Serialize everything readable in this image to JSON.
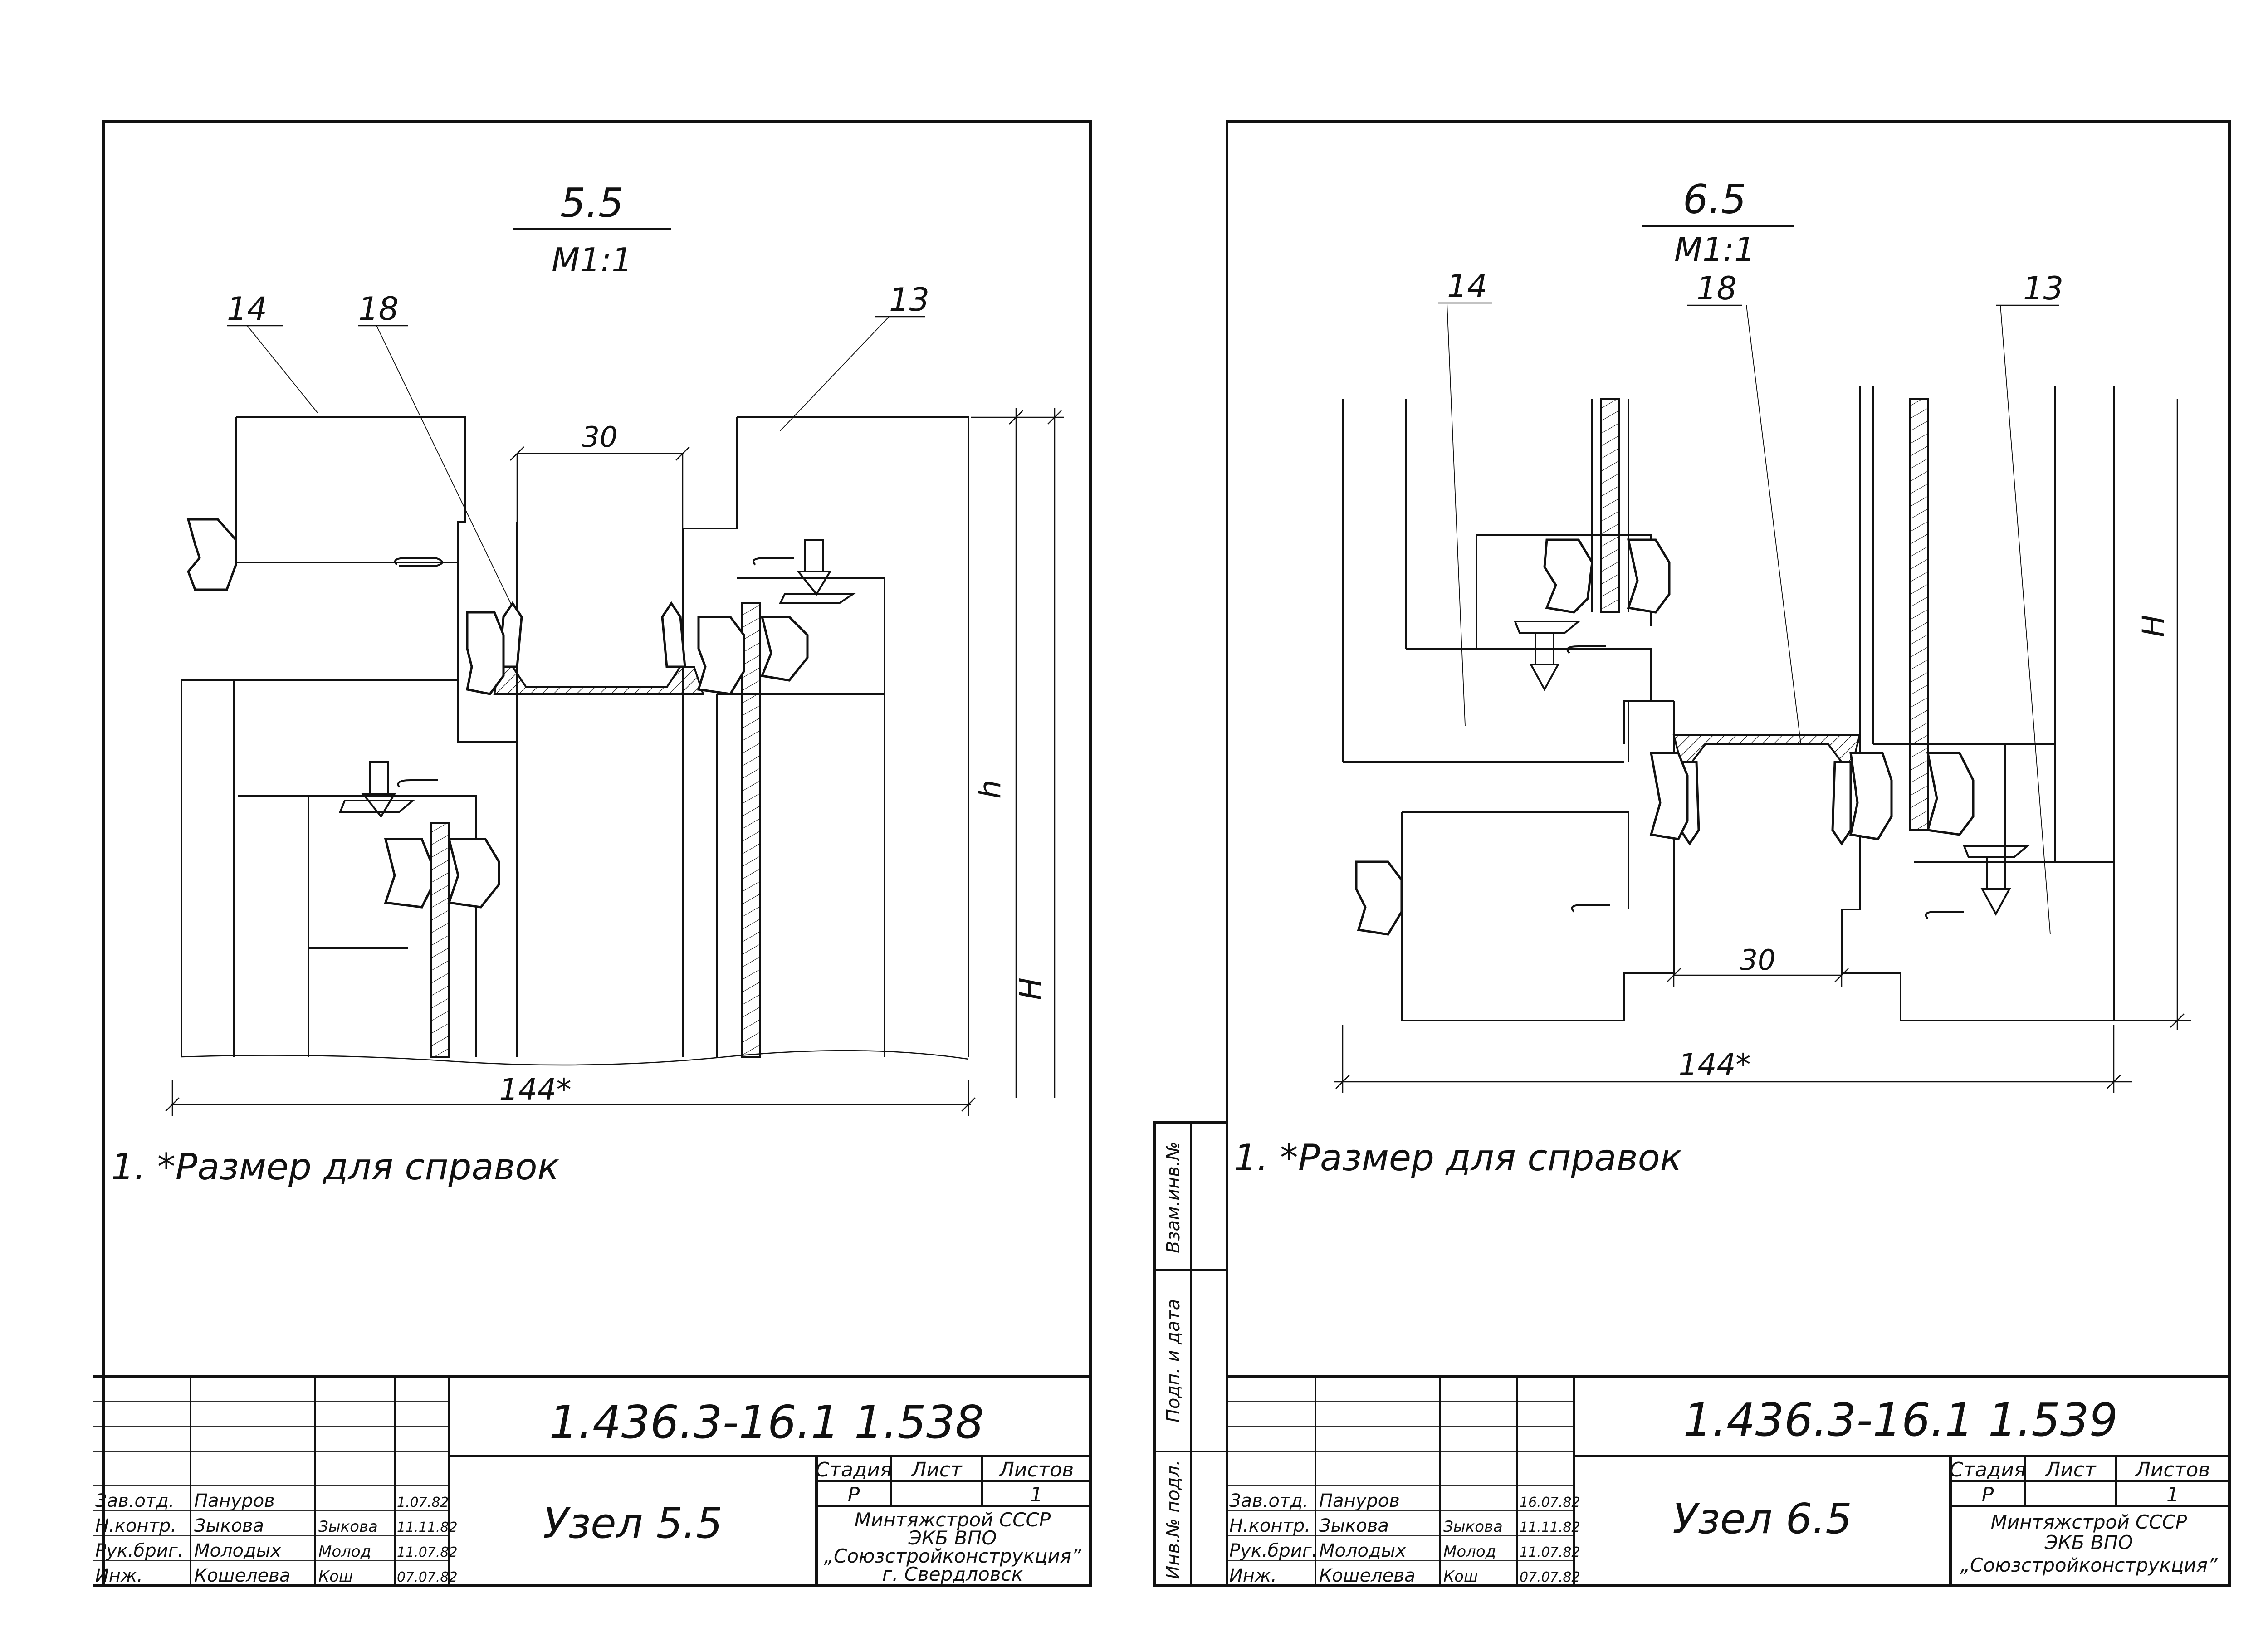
{
  "colors": {
    "ink": "#111111",
    "paper": "#ffffff"
  },
  "sheets": [
    {
      "node_title": "5.5",
      "scale": "М1:1",
      "callouts": {
        "left": "14",
        "middle": "18",
        "right": "13"
      },
      "gap_dimension": "30",
      "overall_dimension": "144*",
      "height_small": "h",
      "height_large": "H",
      "note": "1. *Размер для справок",
      "drawing_code": "1.436.3-16.1 1.538",
      "title": "Узел 5.5",
      "stamp_rows": [
        {
          "role": "Зав.отд.",
          "name": "Пануров",
          "signature": "",
          "date": "1.07.82"
        },
        {
          "role": "Н.контр.",
          "name": "Зыкова",
          "signature": "Зыкова",
          "date": "11.11.82"
        },
        {
          "role": "Рук.бриг.",
          "name": "Молодых",
          "signature": "Молод",
          "date": "11.07.82"
        },
        {
          "role": "Инж.",
          "name": "Кошелева",
          "signature": "Кош",
          "date": "07.07.82"
        }
      ],
      "stage_header": "Стадия",
      "sheet_header": "Лист",
      "sheets_header": "Листов",
      "stage": "Р",
      "sheet": "",
      "sheets_total": "1",
      "organization": [
        "Минтяжстрой СССР",
        "ЭКБ ВПО",
        "„Союзстройконструкция”",
        "г. Свердловск"
      ]
    },
    {
      "node_title": "6.5",
      "scale": "М1:1",
      "callouts": {
        "left": "14",
        "middle": "18",
        "right": "13"
      },
      "gap_dimension": "30",
      "overall_dimension": "144*",
      "height_large": "H",
      "note": "1. *Размер для справок",
      "drawing_code": "1.436.3-16.1 1.539",
      "title": "Узел 6.5",
      "stamp_rows": [
        {
          "role": "Зав.отд.",
          "name": "Пануров",
          "signature": "",
          "date": "16.07.82"
        },
        {
          "role": "Н.контр.",
          "name": "Зыкова",
          "signature": "Зыкова",
          "date": "11.11.82"
        },
        {
          "role": "Рук.бриг.",
          "name": "Молодых",
          "signature": "Молод",
          "date": "11.07.82"
        },
        {
          "role": "Инж.",
          "name": "Кошелева",
          "signature": "Кош",
          "date": "07.07.82"
        }
      ],
      "stage_header": "Стадия",
      "sheet_header": "Лист",
      "sheets_header": "Листов",
      "stage": "Р",
      "sheet": "",
      "sheets_total": "1",
      "organization": [
        "Минтяжстрой СССР",
        "ЭКБ ВПО",
        "„Союзстройконструкция”"
      ]
    }
  ],
  "side_stamp": [
    "Взам.инв.№",
    "Подп. и дата",
    "Инв.№ подл."
  ]
}
